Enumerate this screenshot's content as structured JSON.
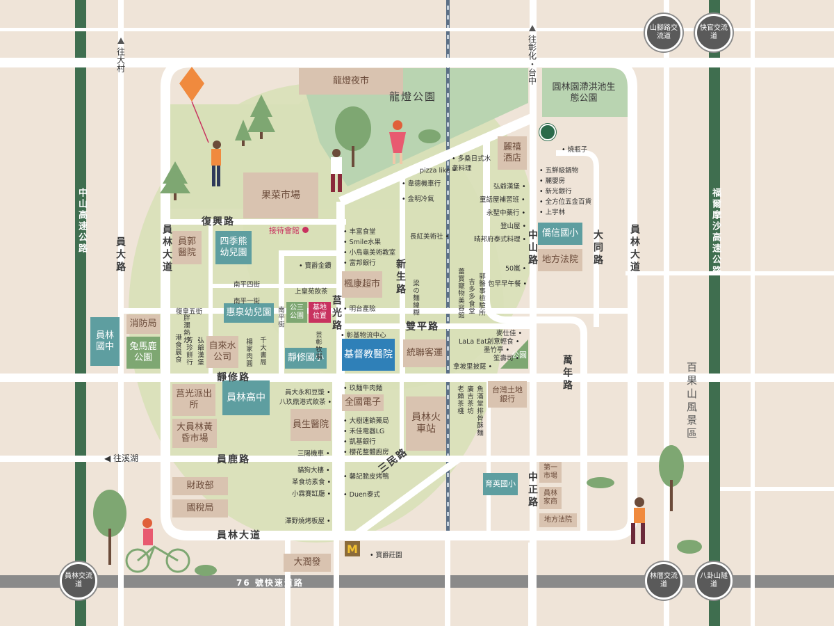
{
  "landmarks": {
    "kite_market": "龍燈夜市",
    "kite_park": "龍燈公園",
    "fruit_market": "果菜市場",
    "detention_park": "圓林園滯洪池生態公園",
    "lishi_hotel": "麗禧酒店",
    "reception": "接待會館",
    "yuanguo_hospital": "員郭醫院",
    "four_seasons_kg": "四季熊幼兒園",
    "fengkang": "楓康超市",
    "huiquan_kg": "惠泉幼兒園",
    "park3": "公三公園",
    "base": "基地位置",
    "fire_station": "消防局",
    "tuma_park": "兔馬鹿公園",
    "yuanlin_elem": "員林國中",
    "tap_water": "自來水公司",
    "jingxiu_elem": "靜修國小",
    "christian_hospital": "基督教醫院",
    "tonglian_bus": "統聯客運",
    "park_right": "公園",
    "qiaoxin_elem": "僑信國小",
    "district_court": "地方法院",
    "taiwan_bank": "台灣土地銀行",
    "juguang_police": "莒光派出所",
    "yuanlin_junior": "員林高中",
    "quanguo": "全國電子",
    "yuansheng_hospital": "員生醫院",
    "yuanlin_station": "員林火車站",
    "big_yuanlin_market": "大員林黃昏市場",
    "finance_bureau": "財政部",
    "tax_bureau": "國稅局",
    "yuying_elem": "育英國小",
    "first_market": "第一市場",
    "yuanlin_home": "員林家商",
    "district_court2": "地方法院",
    "datunfa": "大潤發"
  },
  "roads": {
    "fuxing": "復興路",
    "yuanlin_ave_left": "員林大道",
    "yuanda": "員大路",
    "zhongshan_hwy": "中山高速公路",
    "nanping4": "南平四街",
    "nanping1": "南平一街",
    "fuhuang5": "復皇五街",
    "nanping": "南平街",
    "juguang": "莒光路",
    "xinsheng": "新生路",
    "shuangping": "雙平路",
    "jingxiu": "靜修路",
    "yuanlu": "員鹿路",
    "yuanlin_ave_bottom": "員林大道",
    "zhongshan": "中山路",
    "datong": "大同路",
    "yuanlin_ave_right": "員林大道",
    "wannian": "萬年路",
    "zhongzheng": "中正路",
    "xingshan": "莒光路",
    "formosa_hwy": "福爾摩沙高速公路",
    "expressway76": "76 號快速道路",
    "sanmin": "三民路"
  },
  "scenic": "百果山風景區",
  "directions": {
    "to_dacun": "往大村",
    "to_changhua": "往彰化・台中",
    "to_xihu": "往溪湖"
  },
  "interchanges": {
    "shanjiao": "山腳路交流道",
    "kuaiguan": "快官交流道",
    "yuanlin": "員林交流道",
    "lincuo": "林厝交流道",
    "bagua": "八卦山隧道"
  },
  "pois": {
    "a1": "丰富食堂",
    "a2": "Smile水果",
    "a3": "小烏龜美術教室",
    "a4": "富邦銀行",
    "a5": "明台產險",
    "a6": "彰基物流中心",
    "b1": "寶爵金鑽",
    "b2": "上皇苑飲茶",
    "c1": "pizza like",
    "c2": "韋德機車行",
    "c3": "金明冷氣",
    "c4": "長紅美術社",
    "d1": "多桑日式水產料理",
    "e1": "燒瓶子",
    "e2": "五鮮級鍋物",
    "e3": "麗嬰房",
    "e4": "新光銀行",
    "e5": "全方位五金百貨",
    "e6": "上宇林",
    "f1": "弘爺漢堡",
    "f2": "童話屋補習班",
    "f3": "永聖中藥行",
    "f4": "登山屋",
    "f5": "晴邦府泰式料理",
    "f6": "50嵐",
    "f7": "包早早午餐",
    "g1": "麥仕佳",
    "g2": "LaLa Eat創意輕食",
    "g3": "墨竹亭",
    "g4": "笙壽司",
    "g5": "拿坡里披薩",
    "h1": "員大永和豆漿",
    "h2": "八玖鼎港式飲茶",
    "h3": "三陽機車",
    "h4": "貓狗大樓",
    "h5": "革食坊素食",
    "h6": "小霖賽缸廳",
    "h7": "澤野燒烤板屋",
    "i1": "玖麵牛肉麵",
    "i2": "大樹連鎖藥局",
    "i3": "禾佳電器LG",
    "i4": "凱基銀行",
    "i5": "櫻花整體廚房",
    "i6": "馨記脆皮烤鴨",
    "i7": "Duen泰式",
    "j1": "寶爵莊園",
    "v1": "胖瀾熱炒",
    "v2": "港食晨食",
    "v3": "芳珍餅行",
    "v4": "弘爺漢堡",
    "v5": "楊家肉圓",
    "v6": "千大書局",
    "v7": "芸彰牧場",
    "v8": "梁の麵線糊",
    "v9": "蕾寶寵物美容館",
    "v10": "吉多多食堂",
    "v11": "郭醫事檢驗所",
    "v12": "老賴茶棧",
    "v13": "廣吉茶坊",
    "v14": "魚滿堂排骨酥麵"
  },
  "colors": {
    "background": "#efe4d8",
    "road": "#ffffff",
    "highway": "#3f6e4f",
    "expressway": "#8a8a8a",
    "green_zone": "#d8e0b8",
    "tan_box": "#d9c3b0",
    "teal_box": "#5e9ea0",
    "base_red": "#c8325f"
  }
}
